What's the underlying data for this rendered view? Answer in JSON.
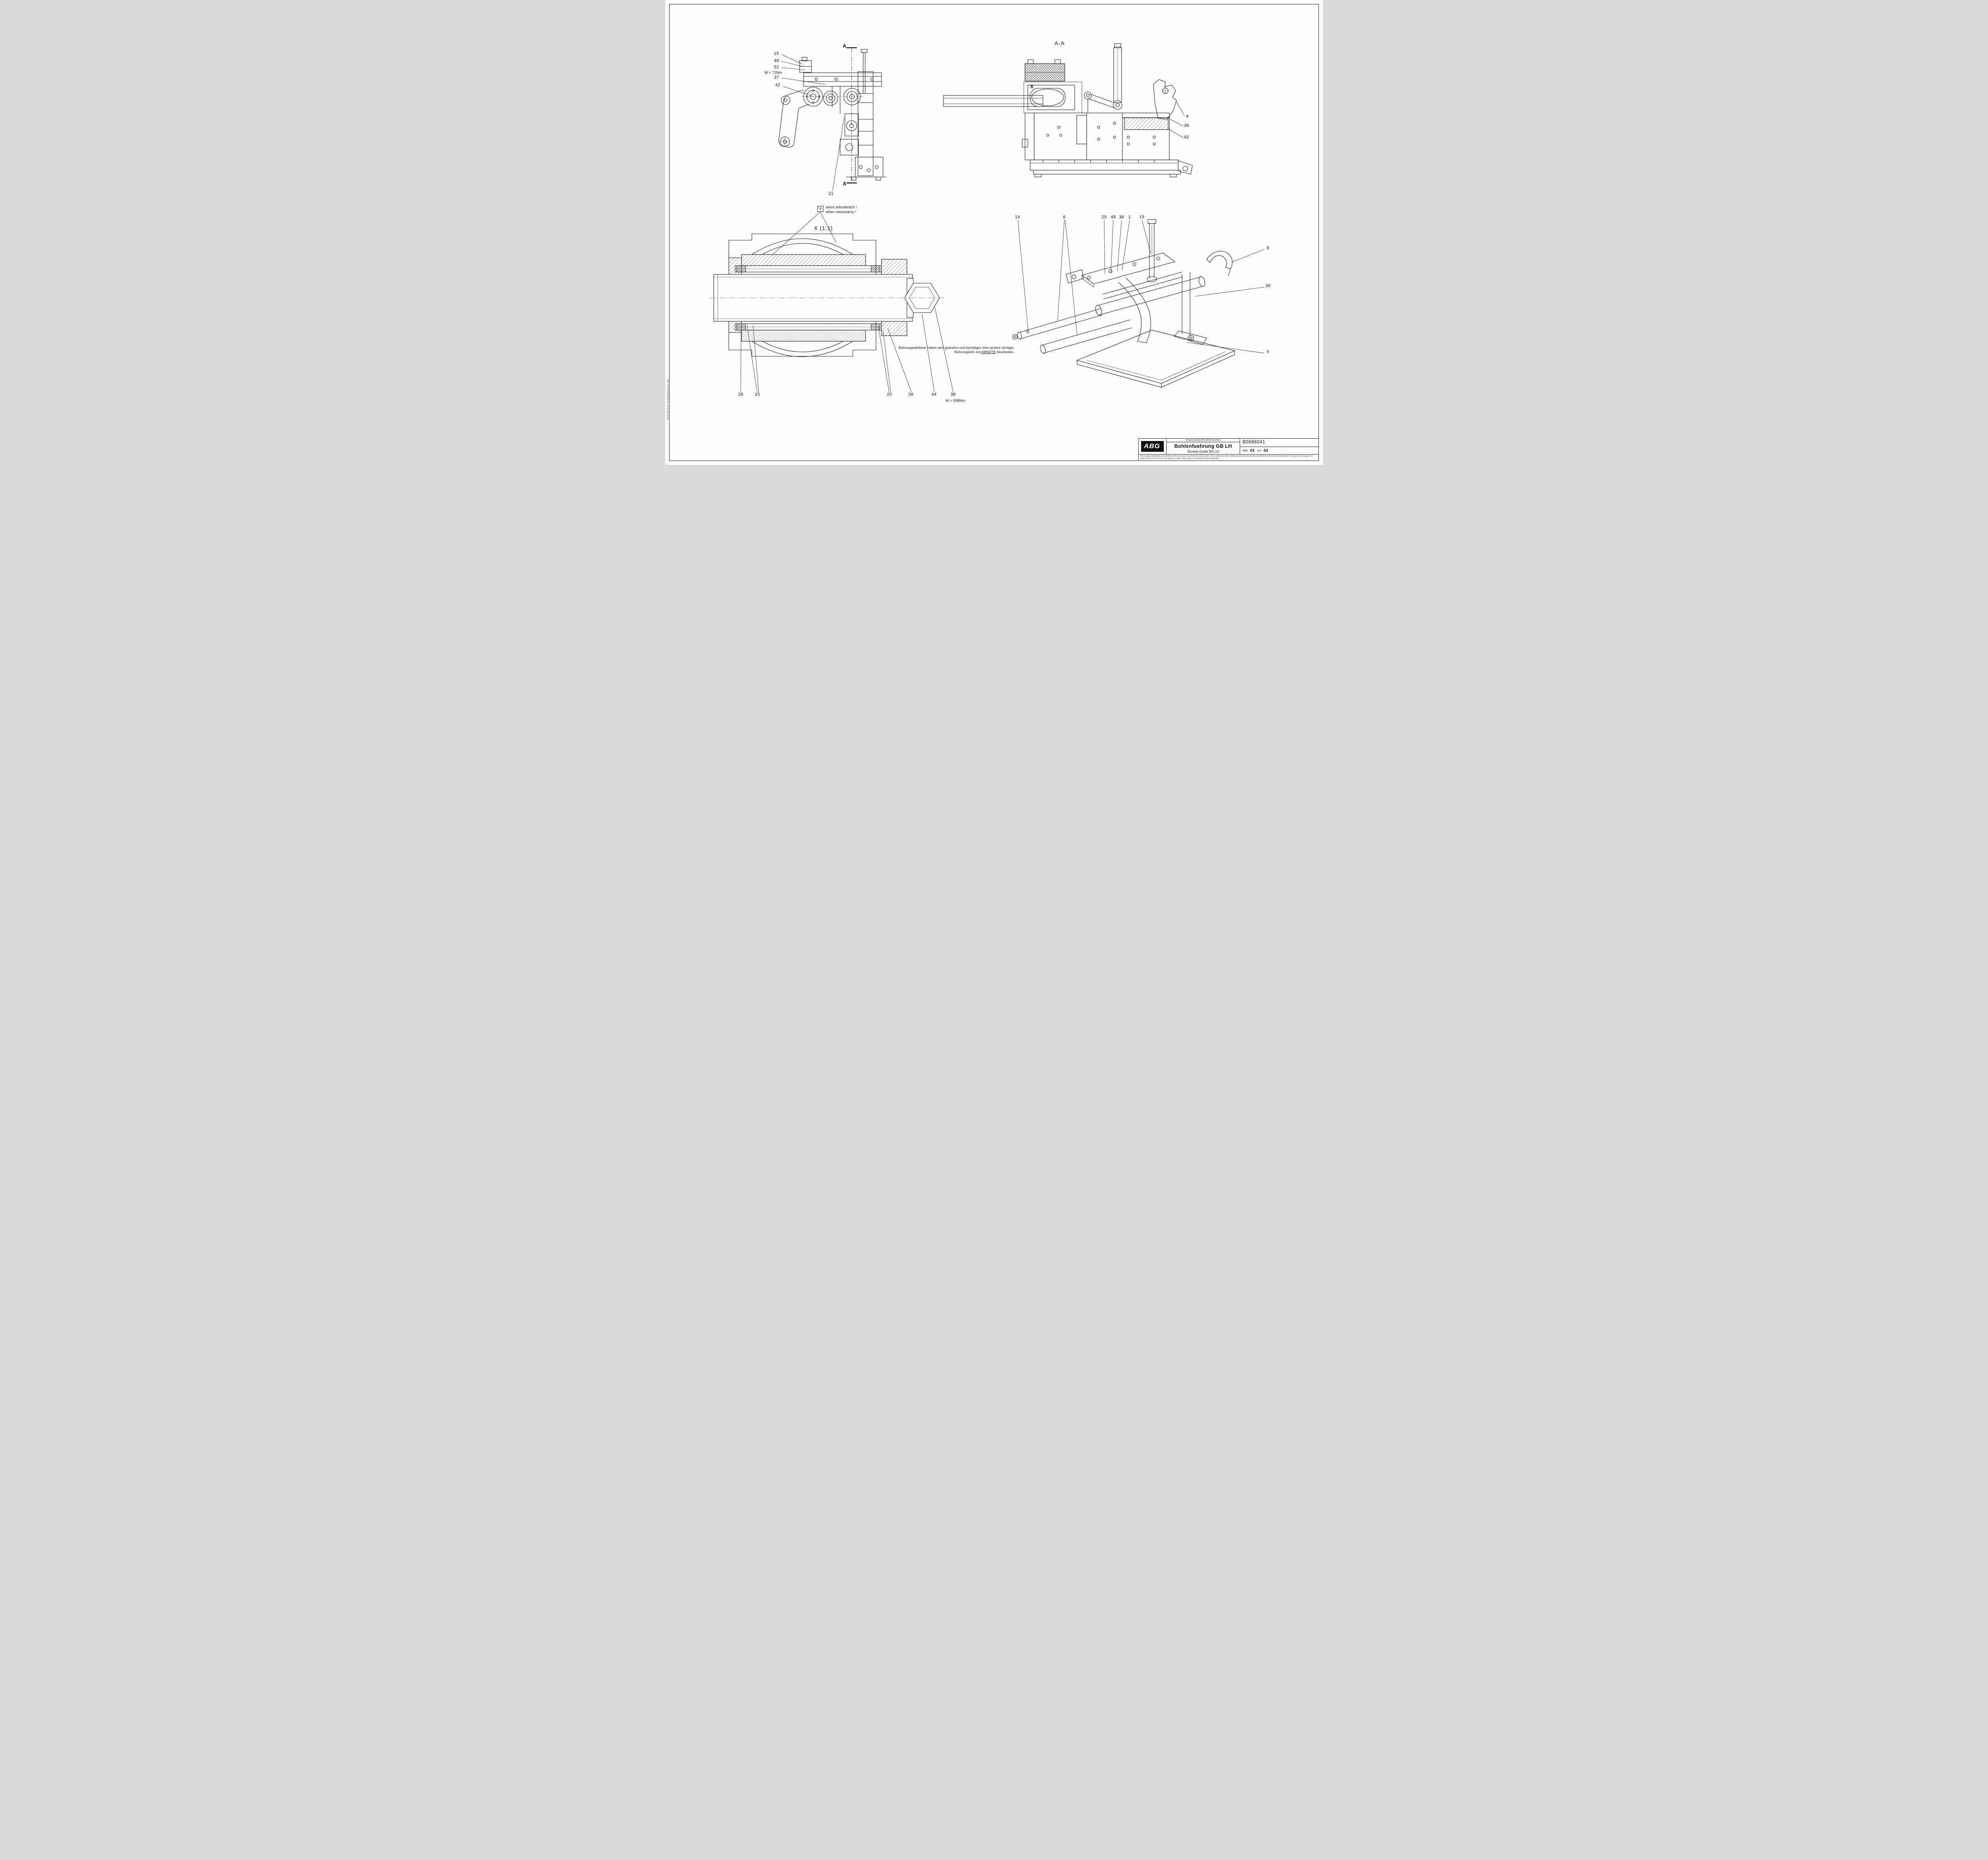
{
  "sheet": {
    "paper": "#fcfcfa",
    "line": "#1c1c1c"
  },
  "side_view": {
    "section_label_top": "A",
    "section_label_bottom": "A",
    "callout_15": "15",
    "callout_48": "48",
    "callout_52": "52",
    "torque_note": "M = 71Nm",
    "callout_37": "37",
    "callout_42": "42",
    "callout_21": "21"
  },
  "section_view": {
    "title": "A-A",
    "detail_label": "X",
    "callout_8": "8",
    "callout_39": "39",
    "callout_42": "42"
  },
  "detail_view": {
    "title": "X (1:1)",
    "note_ref": "9",
    "note_de": "wenn erforderlich !",
    "note_en": "when necessarry !",
    "callout_26_left": "26",
    "callout_25_left": "25",
    "callout_25_right": "25",
    "callout_26_right": "26",
    "callout_44": "44",
    "callout_38": "38",
    "torque_note": "M = 598Nm"
  },
  "iso_view": {
    "callout_14": "14",
    "callout_6": "6",
    "callout_20": "20",
    "callout_48": "48",
    "callout_36": "36",
    "callout_1": "1",
    "callout_15": "15",
    "callout_8": "8",
    "callout_39": "39",
    "callout_5": "5"
  },
  "revision_note": {
    "line1": "Bohrungsattribute haben sich geändert und benötigen eine andere Vorlage.",
    "line2_prefix": "Bohrungsinfo mit ",
    "line2_link": "AMNOTE",
    "line2_suffix": " bearbeiten."
  },
  "title_block": {
    "logo": "ABG",
    "protection_note": "Schutzvermerk ISO 16016 beachten",
    "title_primary": "Bohlenfuehrung GB LH",
    "title_secondary": "Screed Guide BS LH",
    "drawing_number": "B0686041",
    "sheet_label": "Blatt",
    "sheet_number": "01",
    "sheet_of": "von",
    "sheet_total": "01",
    "legal_text": "The copying, distribution and utilization of this document as well as the communication of its contents to others without expressed authorization is prohibited. Offenders will be held liable for payment of damages. All rights reserved in the event of the grant of a patent, utility model or ornamental design registration."
  },
  "margin_text": "FM1230710S-3TN2306666041_001"
}
